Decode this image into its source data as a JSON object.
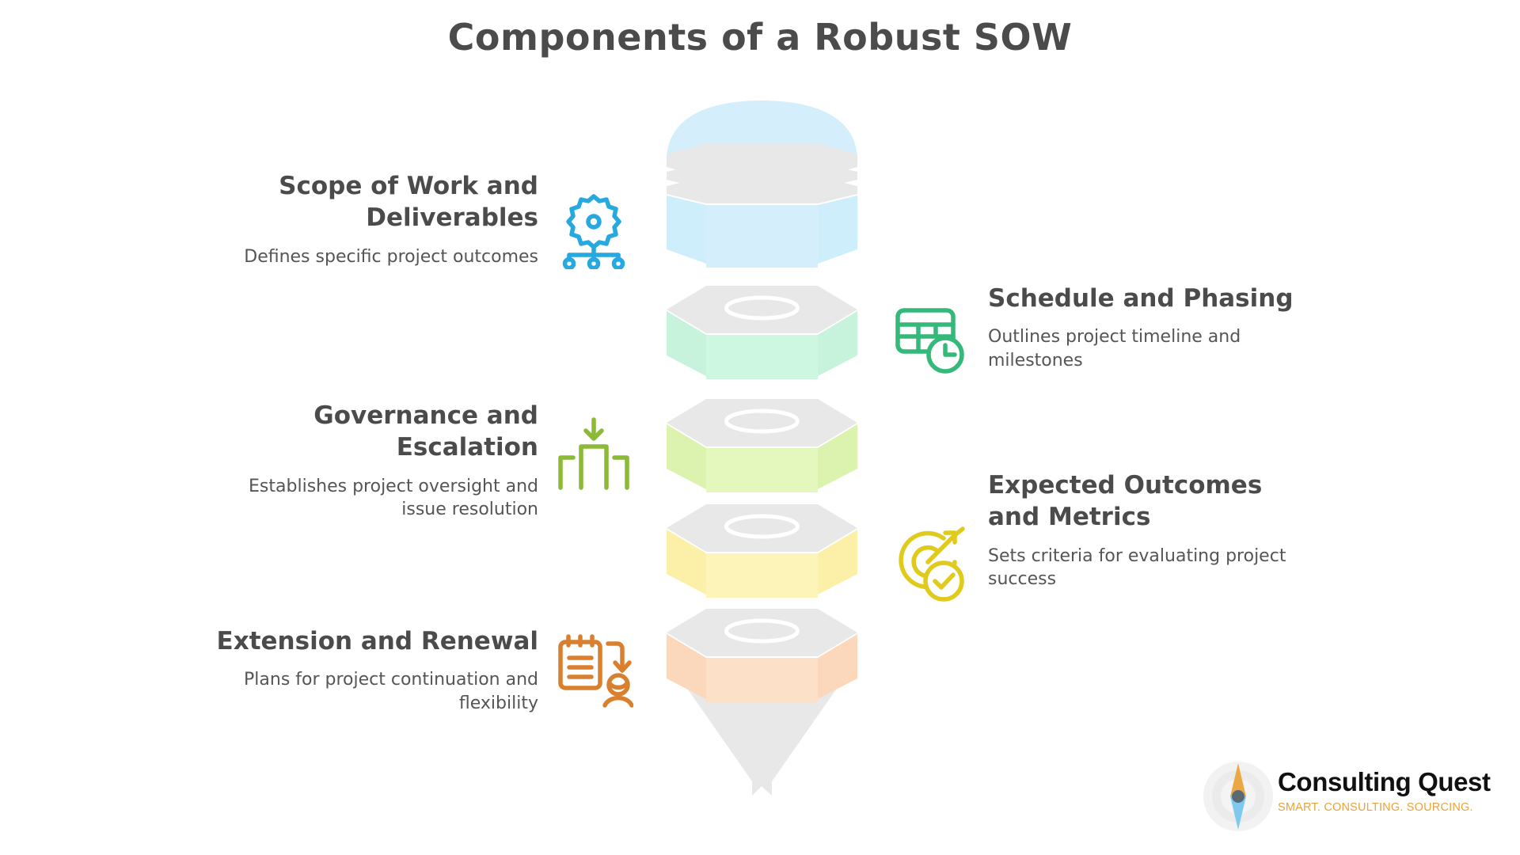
{
  "page": {
    "title": "Components of a Robust SOW",
    "background_color": "#ffffff",
    "title_color": "#4b4b4b"
  },
  "components": [
    {
      "id": "scope",
      "side": "left",
      "heading": "Scope of Work and Deliverables",
      "description": "Defines specific project outcomes",
      "icon": "gear-hierarchy-icon",
      "icon_color": "#27a9e0",
      "funnel_color": "#d4effb"
    },
    {
      "id": "schedule",
      "side": "right",
      "heading": "Schedule and Phasing",
      "description": "Outlines project timeline and milestones",
      "icon": "table-clock-icon",
      "icon_color": "#34b97a",
      "funnel_color": "#cdf7e0"
    },
    {
      "id": "governance",
      "side": "left",
      "heading": "Governance and Escalation",
      "description": "Establishes project oversight and issue resolution",
      "icon": "podium-down-arrow-icon",
      "icon_color": "#8cb936",
      "funnel_color": "#e4f7bd"
    },
    {
      "id": "outcomes",
      "side": "right",
      "heading": "Expected Outcomes and Metrics",
      "description": "Sets criteria for evaluating project success",
      "icon": "target-check-icon",
      "icon_color": "#e0ca1b",
      "funnel_color": "#fdf4b9"
    },
    {
      "id": "extension",
      "side": "left",
      "heading": "Extension and Renewal",
      "description": "Plans for project continuation and flexibility",
      "icon": "notepad-person-arrow-icon",
      "icon_color": "#d9802f",
      "funnel_color": "#fde0c8"
    }
  ],
  "funnel": {
    "name": "funnel-stack",
    "segment_count": 5,
    "lid_color": "#e8e8e8",
    "cone_color": "#e8e8e8"
  },
  "logo": {
    "name": "Consulting Quest",
    "tagline": "SMART. CONSULTING. SOURCING.",
    "name_color": "#111111",
    "tagline_color": "#e8a33d",
    "mark": "compass-needle-logo-icon"
  }
}
